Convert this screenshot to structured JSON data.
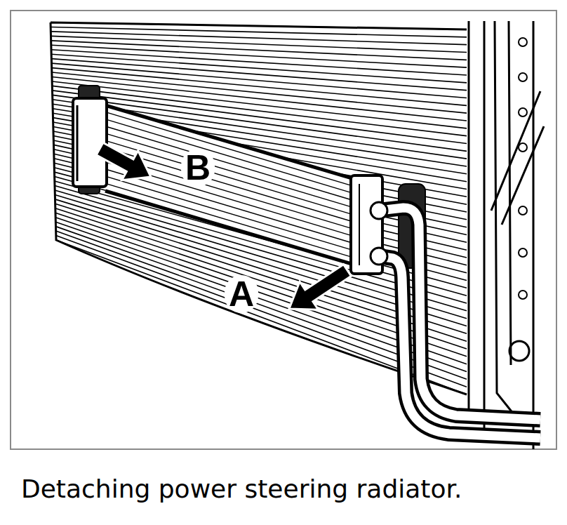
{
  "diagram": {
    "caption": "Detaching power steering radiator.",
    "labels": [
      "B",
      "A"
    ]
  }
}
